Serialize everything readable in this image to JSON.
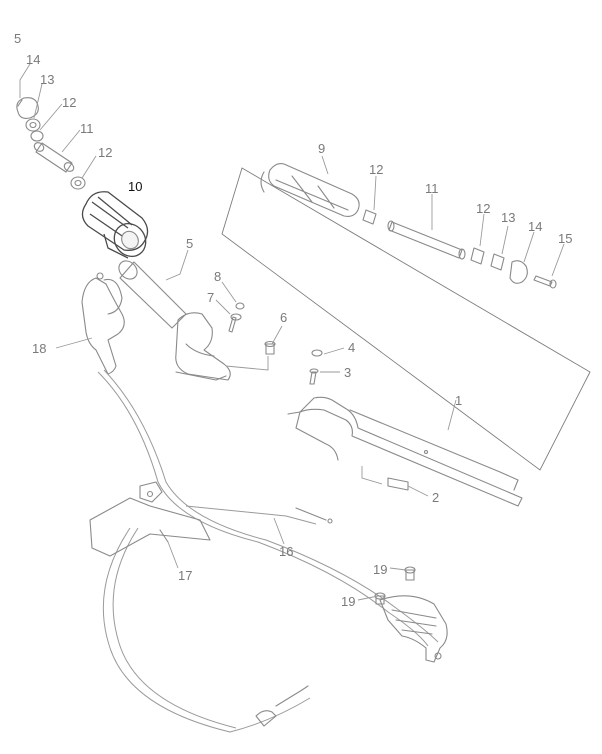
{
  "diagram": {
    "callouts": {
      "p5_top": "5",
      "p14_left": "14",
      "p13_left": "13",
      "p12_left_a": "12",
      "p11_left": "11",
      "p12_left_b": "12",
      "p10": "10",
      "p5_housing": "5",
      "p8": "8",
      "p7": "7",
      "p6": "6",
      "p4": "4",
      "p3": "3",
      "p1": "1",
      "p2": "2",
      "p9": "9",
      "p12_right_a": "12",
      "p11_right": "11",
      "p12_right_b": "12",
      "p13_right": "13",
      "p14_right": "14",
      "p15": "15",
      "p18": "18",
      "p16": "16",
      "p17": "17",
      "p19_a": "19",
      "p19_b": "19"
    },
    "highlighted_part": "10"
  }
}
